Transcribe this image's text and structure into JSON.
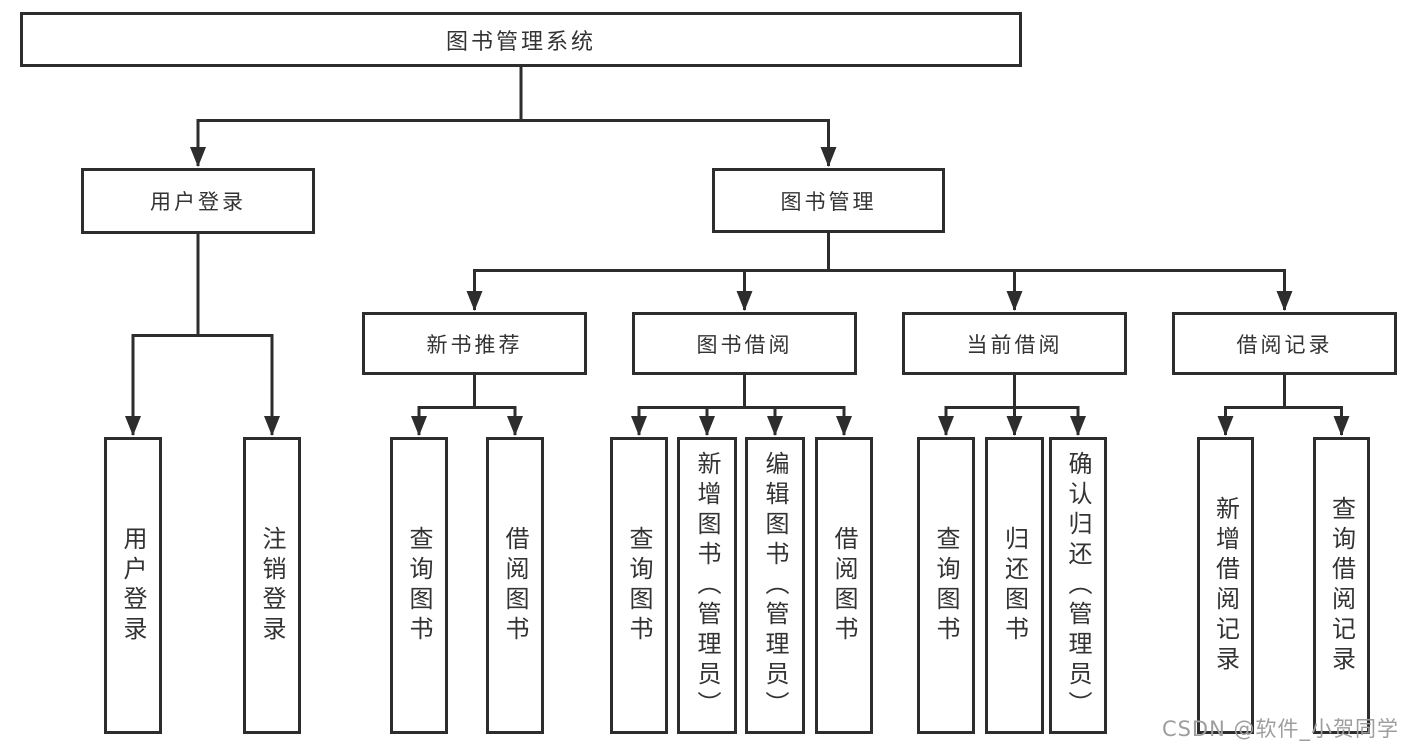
{
  "diagram": {
    "title": "图书管理系统",
    "level2": [
      {
        "label": "用户登录"
      },
      {
        "label": "图书管理"
      }
    ],
    "level3": [
      {
        "label": "新书推荐"
      },
      {
        "label": "图书借阅"
      },
      {
        "label": "当前借阅"
      },
      {
        "label": "借阅记录"
      }
    ],
    "leaves": {
      "user_login": [
        {
          "label": "用户登录"
        },
        {
          "label": "注销登录"
        }
      ],
      "new_books": [
        {
          "label": "查询图书"
        },
        {
          "label": "借阅图书"
        }
      ],
      "book_borrow": [
        {
          "label": "查询图书"
        },
        {
          "label": "新增图书（管理员）"
        },
        {
          "label": "编辑图书（管理员）"
        },
        {
          "label": "借阅图书"
        }
      ],
      "current_borrow": [
        {
          "label": "查询图书"
        },
        {
          "label": "归还图书"
        },
        {
          "label": "确认归还（管理员）"
        }
      ],
      "borrow_records": [
        {
          "label": "新增借阅记录"
        },
        {
          "label": "查询借阅记录"
        }
      ]
    }
  },
  "watermark": {
    "text": "CSDN @软件_小贺同学"
  },
  "colors": {
    "line": "#2d2d2d",
    "text": "#333333",
    "watermark": "#9e9e9e",
    "background": "#ffffff"
  }
}
